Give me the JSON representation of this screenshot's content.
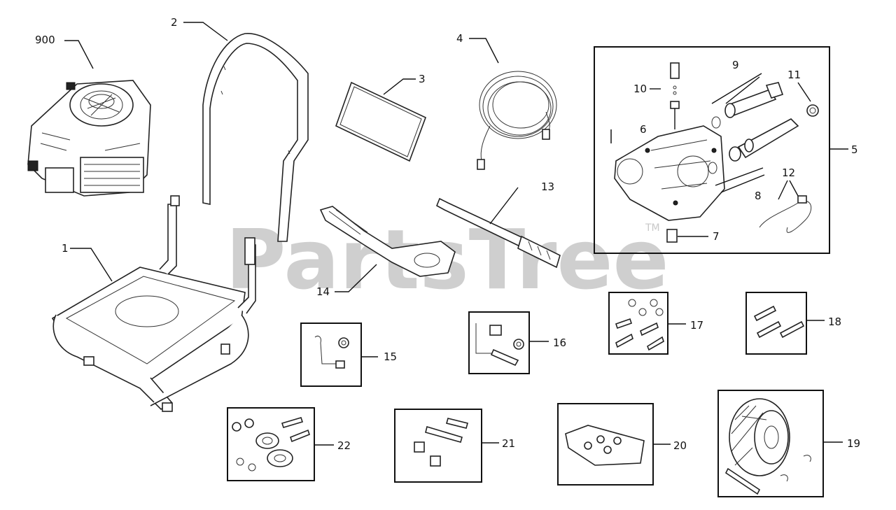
{
  "watermark": {
    "text": "PartsTree",
    "tm": "TM"
  },
  "callouts": {
    "c900": "900",
    "c1": "1",
    "c2": "2",
    "c3": "3",
    "c4": "4",
    "c5": "5",
    "c6": "6",
    "c7": "7",
    "c8": "8",
    "c9": "9",
    "c10": "10",
    "c11": "11",
    "c12": "12",
    "c13": "13",
    "c14": "14",
    "c15": "15",
    "c16": "16",
    "c17": "17",
    "c18": "18",
    "c19": "19",
    "c20": "20",
    "c21": "21",
    "c22": "22"
  }
}
